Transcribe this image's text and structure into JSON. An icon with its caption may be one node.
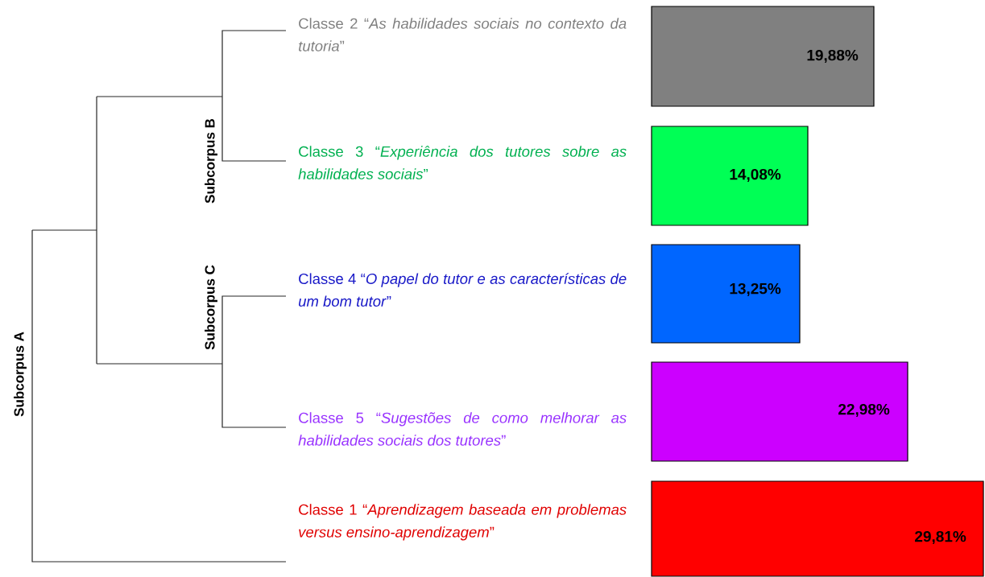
{
  "diagram": {
    "nodes": [
      {
        "text": [
          "Classe 2 “*As habilidades sociais no contexto da tutoria*”"
        ]
      },
      {
        "text": [
          "19,88%"
        ]
      },
      {
        "text": [
          "Classe 3 “*Experiência dos tutores sobre as habilidades sociais*”"
        ]
      },
      {
        "text": [
          "14,08%"
        ]
      },
      {
        "text": [
          "Classe 4 “*O papel do tutor e as características de um bom tutor*”"
        ]
      },
      {
        "text": [
          "13,25%"
        ]
      },
      {
        "text": [
          "Classe 5 “*Sugestões de como melhorar as habilidades sociais dos tutores*”"
        ]
      },
      {
        "text": [
          "22,98%"
        ]
      },
      {
        "text": [
          "Classe 1 “*Aprendizagem baseada em problemas versus ensino-aprendizagem*”"
        ]
      },
      {
        "text": [
          "29,81%"
        ]
      }
    ],
    "labels": [
      "Subcorpus B",
      "Subcorpus C",
      "Subcorpus A"
    ]
  }
}
